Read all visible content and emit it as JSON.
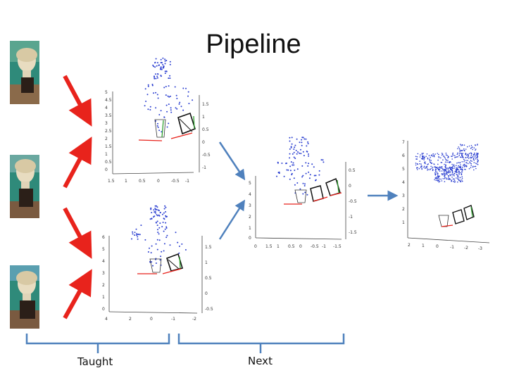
{
  "title": "Pipeline",
  "labels": {
    "left_group": "Taught",
    "right_group": "Next"
  },
  "photos": [
    "statue-photo-1",
    "statue-photo-2",
    "statue-photo-3"
  ],
  "colors": {
    "arrow_red": "#e8231c",
    "arrow_blue": "#4f81bd",
    "bracket": "#4f81bd",
    "points": "#2b3fd0"
  },
  "plots": {
    "top_left": {
      "y_ticks": [
        "5",
        "4.5",
        "4",
        "3.5",
        "3",
        "2.5",
        "2",
        "1.5",
        "1",
        "0.5",
        "0"
      ],
      "x_ticks": [
        "1.5",
        "1",
        "0.5",
        "0",
        "-0.5",
        "-1"
      ],
      "z_ticks": [
        "1.5",
        "1",
        "0.5",
        "0",
        "-0.5",
        "-1"
      ]
    },
    "bottom_left": {
      "y_ticks": [
        "6",
        "5",
        "4",
        "3",
        "2",
        "1",
        "0"
      ],
      "x_ticks": [
        "4",
        "2",
        "0",
        "-1",
        "-2"
      ],
      "z_ticks": [
        "1.5",
        "1",
        "0.5",
        "0",
        "-0.5"
      ]
    },
    "middle": {
      "y_ticks": [
        "5",
        "4",
        "3",
        "2",
        "1",
        "0"
      ],
      "x_ticks": [
        "0",
        "1.5",
        "1",
        "0.5",
        "0",
        "-0.5",
        "-1",
        "-1.5"
      ],
      "z_ticks": [
        "0.5",
        "0",
        "-0.5",
        "-1",
        "-1.5"
      ]
    },
    "right": {
      "y_ticks": [
        "7",
        "6",
        "5",
        "4",
        "3",
        "2",
        "1"
      ],
      "x_ticks": [
        "2",
        "1",
        "0",
        "-1",
        "-2",
        "-3"
      ]
    }
  }
}
